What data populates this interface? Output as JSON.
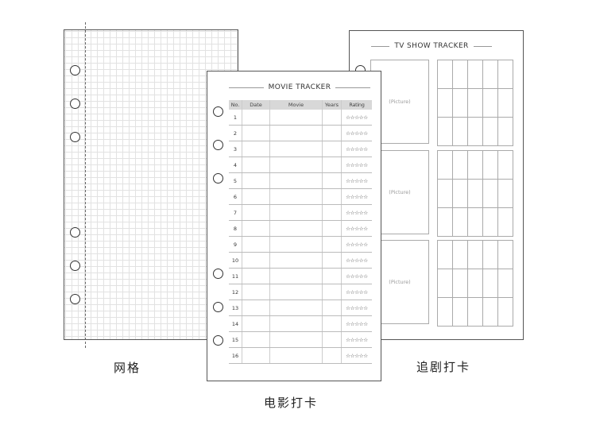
{
  "captions": {
    "grid": "网格",
    "movie": "电影打卡",
    "tv": "追剧打卡"
  },
  "tv": {
    "title": "TV SHOW TRACKER",
    "picture_labels": [
      "(Picture)",
      "(Picture)",
      "(Picture)"
    ]
  },
  "movie": {
    "title": "MOVIE TRACKER",
    "headers": [
      "No.",
      "Date",
      "Movie",
      "Years",
      "Rating"
    ],
    "numbers": [
      "1",
      "2",
      "3",
      "4",
      "5",
      "6",
      "7",
      "8",
      "9",
      "10",
      "11",
      "12",
      "13",
      "14",
      "15",
      "16"
    ],
    "rating_glyph": "☆☆☆☆☆"
  }
}
